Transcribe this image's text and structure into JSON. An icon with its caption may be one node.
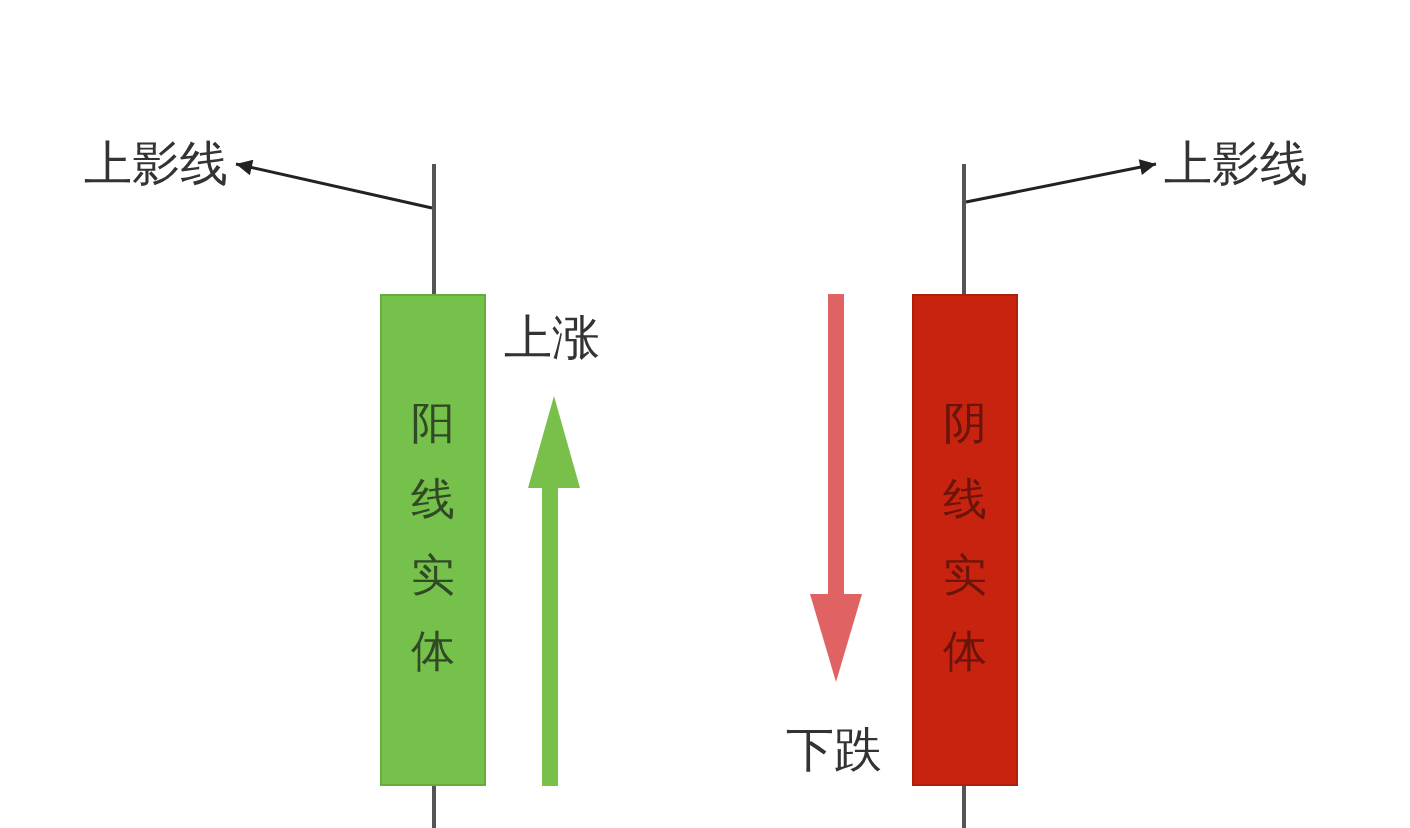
{
  "diagram": {
    "nodes": [
      {
        "text": [
          "上影线"
        ]
      },
      {
        "text": [],
        "shape": "line"
      },
      {
        "text": [
          "阳线实体"
        ]
      },
      {
        "text": [
          "阴线实体"
        ]
      },
      {
        "text": [],
        "shape": "line"
      },
      {
        "text": [
          "上影线"
        ]
      }
    ],
    "edges": [
      {
        "from": 1,
        "to": 0,
        "arrow": "to"
      },
      {
        "from": 4,
        "to": 5,
        "arrow": "to"
      }
    ],
    "labels": [
      "上涨",
      "下跌"
    ]
  }
}
